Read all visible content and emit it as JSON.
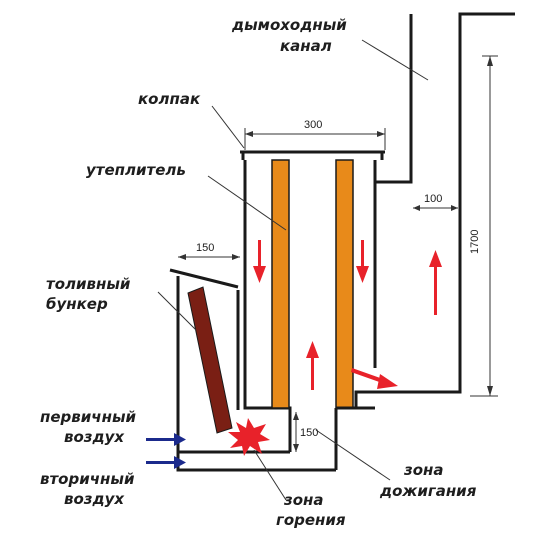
{
  "labels": {
    "chimney": [
      "дымоходный",
      "канал"
    ],
    "cap": "колпак",
    "insulation": "утеплитель",
    "fuel_hopper": [
      "толивный",
      "бункер"
    ],
    "primary_air": [
      "первичный",
      "воздух"
    ],
    "secondary_air": [
      "вторичный",
      "воздух"
    ],
    "combustion_zone": [
      "зона",
      "горения"
    ],
    "afterburn_zone": [
      "зона",
      "дожигания"
    ]
  },
  "dimensions": {
    "cap_width": "300",
    "hopper_width": "150",
    "chimney_width": "100",
    "total_height": "1700",
    "combustion_height": "150"
  },
  "colors": {
    "insulation": "#e88a1a",
    "fuel_log": "#7a1f14",
    "flow_arrow": "#e8222a",
    "air_arrow": "#1b2a8c",
    "flame": "#e8222a",
    "line": "#1a1a1a"
  }
}
